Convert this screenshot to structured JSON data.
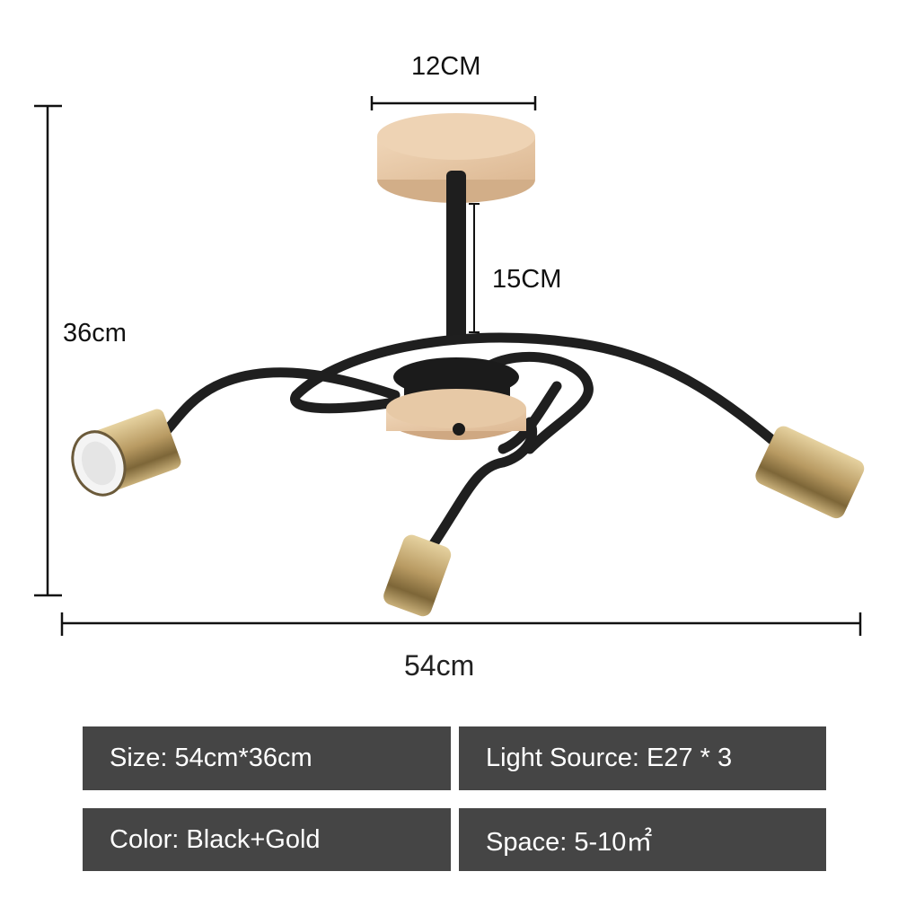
{
  "dimensions": {
    "canopy_width": "12CM",
    "stem_length": "15CM",
    "total_height": "36cm",
    "total_width": "54cm"
  },
  "product": {
    "subject": "three-light ceiling lamp",
    "colors": {
      "frame": "#1e1e1e",
      "wood": "#e6c7a5",
      "gold": "#b89a62",
      "spec_box": "#454545",
      "spec_text": "#ffffff"
    },
    "sockets": 3
  },
  "specs": [
    {
      "label": "Size: 54cm*36cm"
    },
    {
      "label": "Light Source: E27 * 3"
    },
    {
      "label": "Color: Black+Gold"
    },
    {
      "label": "Space: 5-10㎡"
    }
  ]
}
